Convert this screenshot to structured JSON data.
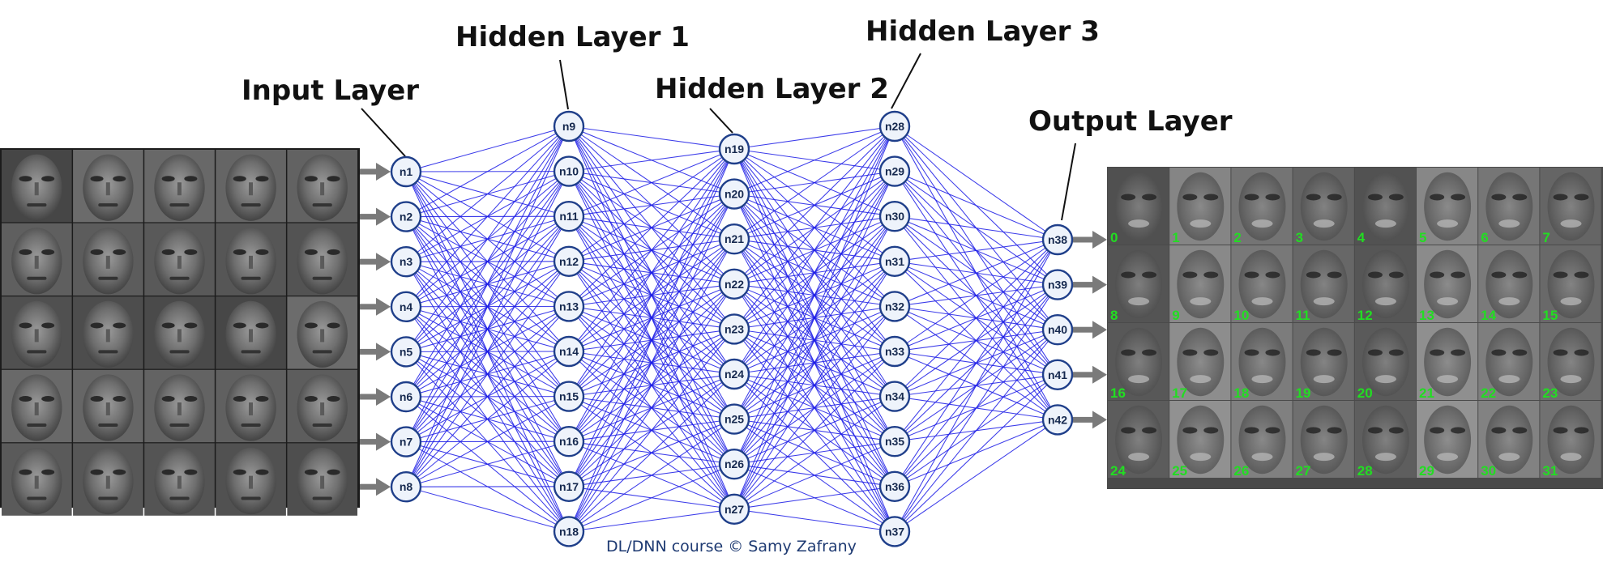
{
  "diagram": {
    "titles": {
      "input": "Input Layer",
      "hidden1": "Hidden Layer 1",
      "hidden2": "Hidden Layer 2",
      "hidden3": "Hidden Layer 3",
      "output": "Output Layer"
    },
    "layers": [
      {
        "key": "input",
        "nodes": [
          "n1",
          "n2",
          "n3",
          "n4",
          "n5",
          "n6",
          "n7",
          "n8"
        ]
      },
      {
        "key": "hidden1",
        "nodes": [
          "n9",
          "n10",
          "n11",
          "n12",
          "n13",
          "n14",
          "n15",
          "n16",
          "n17",
          "n18"
        ]
      },
      {
        "key": "hidden2",
        "nodes": [
          "n19",
          "n20",
          "n21",
          "n22",
          "n23",
          "n24",
          "n25",
          "n26",
          "n27"
        ]
      },
      {
        "key": "hidden3",
        "nodes": [
          "n28",
          "n29",
          "n30",
          "n31",
          "n32",
          "n33",
          "n34",
          "n35",
          "n36",
          "n37"
        ]
      },
      {
        "key": "output",
        "nodes": [
          "n38",
          "n39",
          "n40",
          "n41",
          "n42"
        ]
      }
    ],
    "connections": "fully-connected",
    "input_images": {
      "content": "grayscale face photographs",
      "rows": 5,
      "cols": 5
    },
    "output_images": {
      "content": "grayscale eigenface feature maps",
      "rows": 4,
      "cols": 8,
      "labels": [
        "0",
        "1",
        "2",
        "3",
        "4",
        "5",
        "6",
        "7",
        "8",
        "9",
        "10",
        "11",
        "12",
        "13",
        "14",
        "15",
        "16",
        "17",
        "18",
        "19",
        "20",
        "21",
        "22",
        "23",
        "24",
        "25",
        "26",
        "27",
        "28",
        "29",
        "30",
        "31"
      ]
    },
    "credit": "DL/DNN course © Samy Zafrany",
    "colors": {
      "edge": "#1a1ae6",
      "node_stroke": "#1f3f8a",
      "node_fill": "#eef3fb",
      "label_green": "#22dd22",
      "arrow": "#7a7a7a"
    }
  }
}
